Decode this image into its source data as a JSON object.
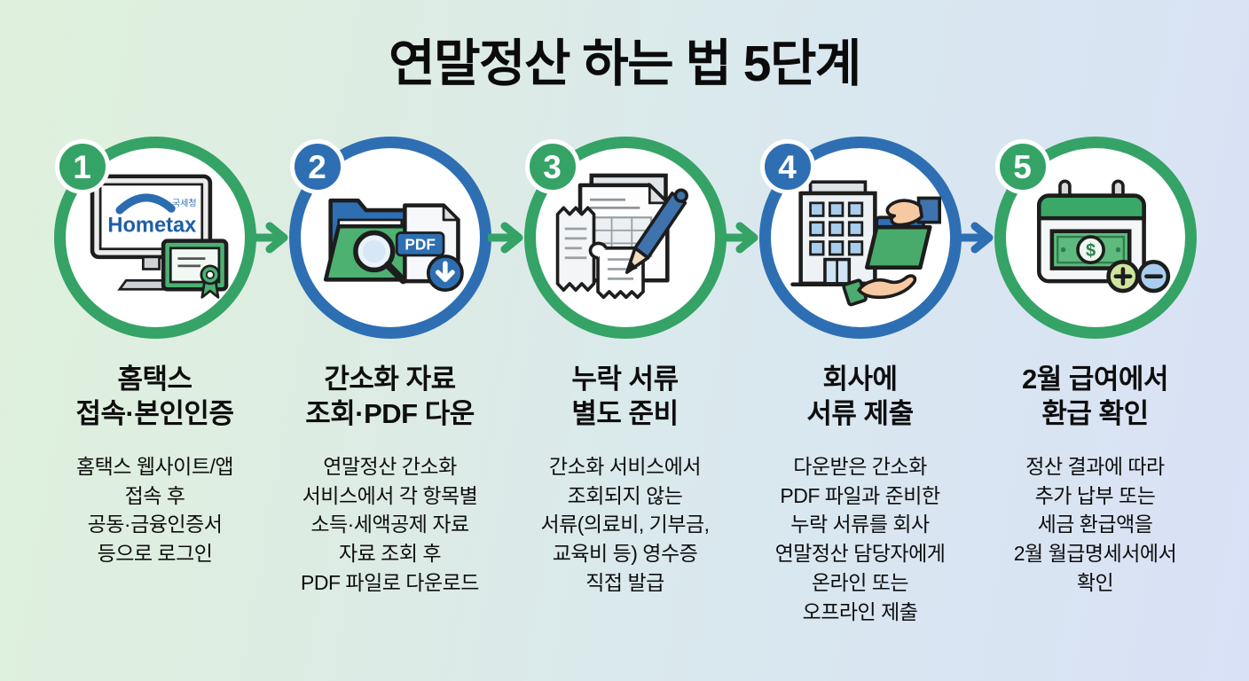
{
  "title": "연말정산 하는 법 5단계",
  "colors": {
    "green": "#35a366",
    "blue": "#2e6fb3"
  },
  "steps": [
    {
      "number": "1",
      "color": "#35a366",
      "title_lines": [
        "홈택스",
        "접속·본인인증"
      ],
      "desc_lines": [
        "홈택스 웹사이트/앱",
        "접속 후",
        "공동·금융인증서",
        "등으로 로그인"
      ],
      "icon": "hometax-monitor-certificate-icon",
      "logo_text": "Hometax",
      "logo_subtext": "국세청"
    },
    {
      "number": "2",
      "color": "#2e6fb3",
      "title_lines": [
        "간소화 자료",
        "조회·PDF 다운"
      ],
      "desc_lines": [
        "연말정산 간소화",
        "서비스에서 각 항목별",
        "소득·세액공제 자료",
        "자료 조회 후",
        "PDF 파일로 다운로드"
      ],
      "icon": "folder-search-pdf-download-icon",
      "pdf_label": "PDF"
    },
    {
      "number": "3",
      "color": "#35a366",
      "title_lines": [
        "누락 서류",
        "별도 준비"
      ],
      "desc_lines": [
        "간소화 서비스에서",
        "조회되지 않는",
        "서류(의료비, 기부금,",
        "교육비 등) 영수증",
        "직접 발급"
      ],
      "icon": "documents-receipt-pen-icon"
    },
    {
      "number": "4",
      "color": "#2e6fb3",
      "title_lines": [
        "회사에",
        "서류 제출"
      ],
      "desc_lines": [
        "다운받은 간소화",
        "PDF 파일과 준비한",
        "누락 서류를 회사",
        "연말정산 담당자에게",
        "온라인 또는",
        "오프라인 제출"
      ],
      "icon": "building-folder-handover-icon"
    },
    {
      "number": "5",
      "color": "#35a366",
      "title_lines": [
        "2월 급여에서",
        "환급 확인"
      ],
      "desc_lines": [
        "정산 결과에 따라",
        "추가 납부 또는",
        "세금 환급액을",
        "2월 월급명세서에서",
        "확인"
      ],
      "icon": "calendar-money-refund-icon",
      "currency_symbol": "$"
    }
  ],
  "arrows": [
    {
      "color": "#35a366"
    },
    {
      "color": "#35a366"
    },
    {
      "color": "#35a366"
    },
    {
      "color": "#2e6fb3"
    }
  ]
}
